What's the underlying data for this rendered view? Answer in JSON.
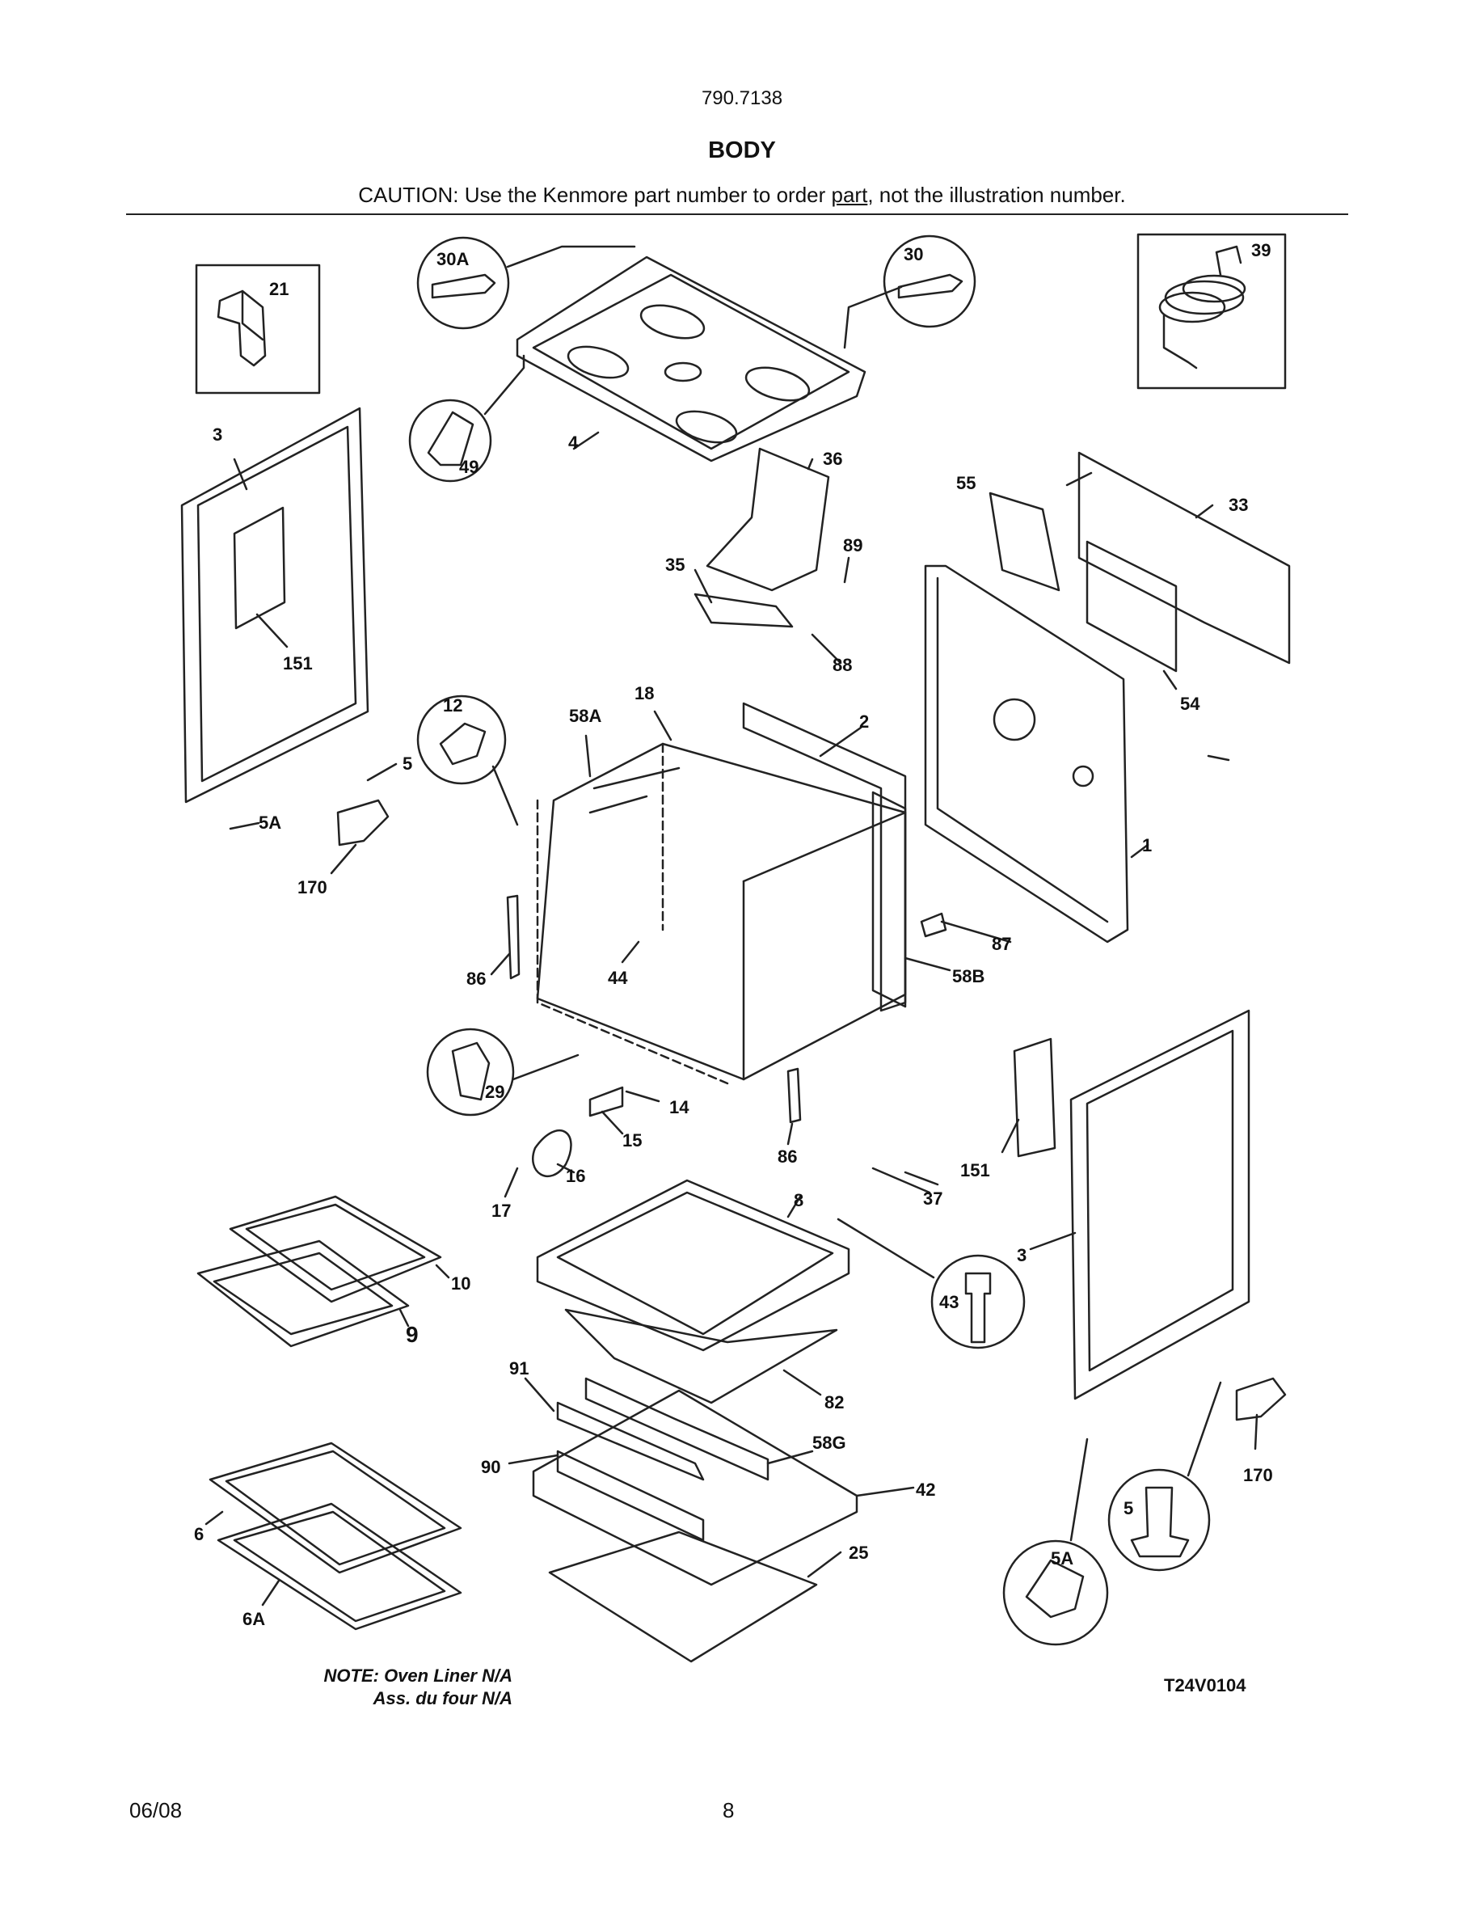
{
  "header": {
    "model": "790.7138",
    "title": "BODY",
    "caution_pre": "CAUTION: Use the Kenmore part number to order ",
    "caution_link": "part",
    "caution_post": ", not the illustration number."
  },
  "diagram": {
    "callouts": [
      "21",
      "30A",
      "30",
      "39",
      "3",
      "49",
      "4",
      "36",
      "55",
      "33",
      "151",
      "35",
      "89",
      "88",
      "54",
      "12",
      "18",
      "58A",
      "2",
      "5",
      "1",
      "5A",
      "170",
      "87",
      "86",
      "44",
      "58B",
      "29",
      "14",
      "15",
      "86",
      "16",
      "17",
      "37",
      "151",
      "8",
      "10",
      "9",
      "43",
      "3",
      "91",
      "82",
      "58G",
      "90",
      "42",
      "6",
      "25",
      "170",
      "5",
      "5A",
      "6A"
    ]
  },
  "notes": {
    "line1": "NOTE: Oven Liner N/A",
    "line2": "Ass. du four N/A"
  },
  "drawing_code": "T24V0104",
  "footer": {
    "date": "06/08",
    "page": "8"
  }
}
